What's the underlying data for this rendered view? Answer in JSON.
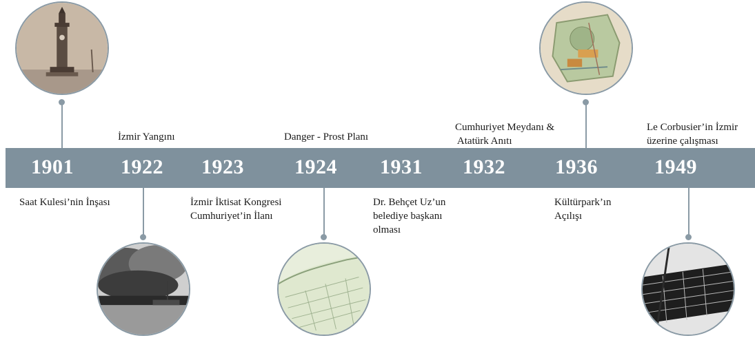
{
  "timeline": {
    "band_color": "#7f919d",
    "events": [
      {
        "year": "1901",
        "label_lines": [
          "Saat Kulesi’nin İnşası"
        ]
      },
      {
        "year": "1922",
        "label_lines": [
          "İzmir Yangını"
        ]
      },
      {
        "year": "1923",
        "label_lines": [
          "İzmir İktisat Kongresi",
          "Cumhuriyet’in İlanı"
        ]
      },
      {
        "year": "1924",
        "label_lines": [
          "Danger - Prost Planı"
        ]
      },
      {
        "year": "1931",
        "label_lines": [
          "Dr. Behçet Uz’un",
          "belediye başkanı",
          "olması"
        ]
      },
      {
        "year": "1932",
        "label_lines": [
          "Cumhuriyet Meydanı &",
          " Atatürk Anıtı"
        ]
      },
      {
        "year": "1936",
        "label_lines": [
          "Kültürpark’ın",
          "Açılışı"
        ]
      },
      {
        "year": "1949",
        "label_lines": [
          "Le Corbusier’in İzmir",
          "üzerine çalışması"
        ]
      }
    ]
  },
  "images": {
    "1901": "clock-tower-photo",
    "1922": "izmir-fire-photo",
    "1924": "danger-prost-plan-map",
    "1936": "kulturpark-plan",
    "1949": "le-corbusier-izmir-plan"
  }
}
